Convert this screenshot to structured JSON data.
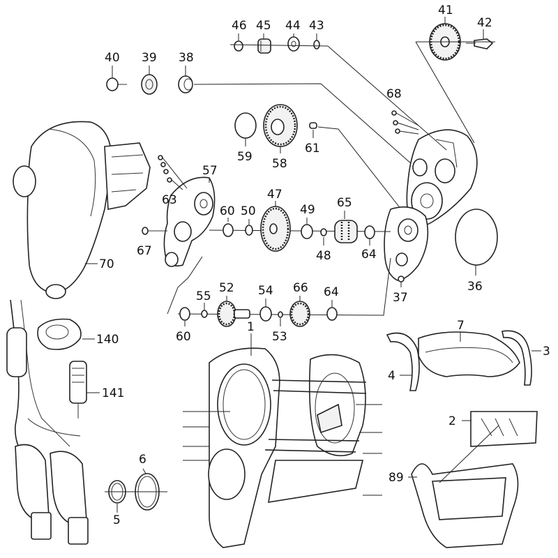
{
  "labels": {
    "p1": "1",
    "p2": "2",
    "p3": "3",
    "p4": "4",
    "p5": "5",
    "p6": "6",
    "p7": "7",
    "p36": "36",
    "p37": "37",
    "p38": "38",
    "p39": "39",
    "p40": "40",
    "p41": "41",
    "p42": "42",
    "p43": "43",
    "p44": "44",
    "p45": "45",
    "p46": "46",
    "p47": "47",
    "p48": "48",
    "p49": "49",
    "p50": "50",
    "p52": "52",
    "p53": "53",
    "p54": "54",
    "p55": "55",
    "p57": "57",
    "p58": "58",
    "p59": "59",
    "p60a": "60",
    "p60b": "60",
    "p61": "61",
    "p63": "63",
    "p64a": "64",
    "p64b": "64",
    "p65": "65",
    "p66": "66",
    "p67": "67",
    "p68": "68",
    "p70": "70",
    "p89": "89",
    "p140": "140",
    "p141": "141"
  }
}
